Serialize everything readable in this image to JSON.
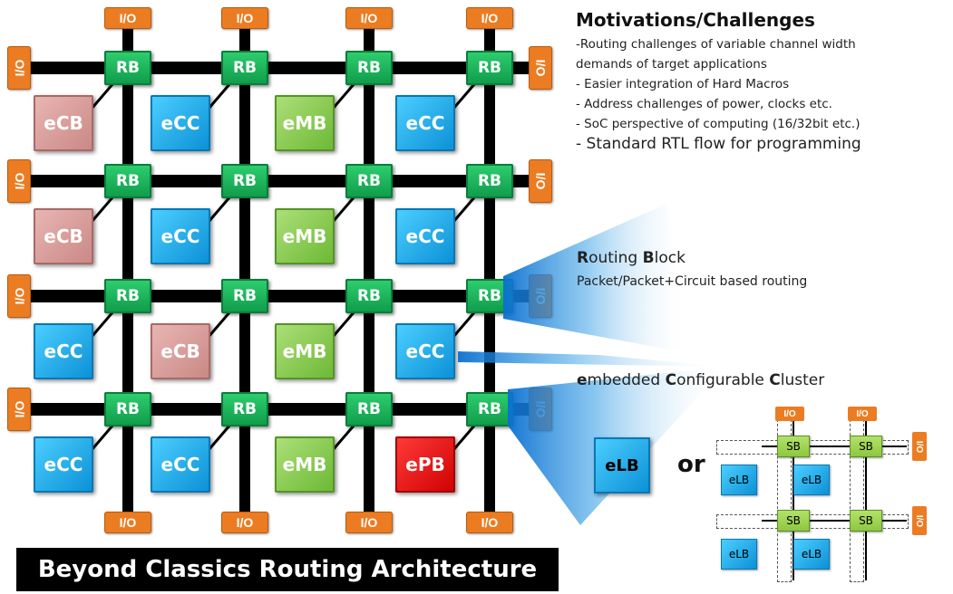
{
  "fabric": {
    "io_label": "I/O",
    "left_io_label": "I/O",
    "right_io_label": "I/O",
    "router_label": "RB",
    "rows": [
      [
        "eCB",
        "eCC",
        "eMB",
        "eCC"
      ],
      [
        "eCB",
        "eCC",
        "eMB",
        "eCC"
      ],
      [
        "eCC",
        "eCB",
        "eMB",
        "eCC"
      ],
      [
        "eCC",
        "eCC",
        "eMB",
        "ePB"
      ]
    ]
  },
  "banner": "Beyond Classics Routing Architecture",
  "motivations": {
    "title": "Motivations/Challenges",
    "items": [
      "-Routing challenges of variable channel width",
      "demands of target applications",
      "- Easier integration of Hard Macros",
      "- Address challenges of power, clocks etc.",
      "- SoC perspective of computing (16/32bit etc.)",
      "- Standard RTL flow for programming"
    ]
  },
  "routing_block": {
    "title_initial": "R",
    "title_rest": "outing ",
    "title_initial2": "B",
    "title_rest2": "lock",
    "description": "Packet/Packet+Circuit based routing"
  },
  "cluster": {
    "parts": [
      {
        "initial": "e",
        "rest": "mbedded "
      },
      {
        "initial": "C",
        "rest": "onfigurable "
      },
      {
        "initial": "C",
        "rest": "luster"
      }
    ],
    "elb_label": "eLB",
    "or_label": "or",
    "mini": {
      "sb_label": "SB",
      "elb_label": "eLB",
      "io_label": "I/O"
    }
  },
  "colors": {
    "io": "#ec7c22",
    "router": "#12b35a",
    "ecc": "#1aa7ec",
    "ecb": "#d9a09d",
    "emb": "#8dcc4e",
    "epb": "#e00000",
    "beam": "#1a8fe0",
    "banner": "#000000"
  }
}
